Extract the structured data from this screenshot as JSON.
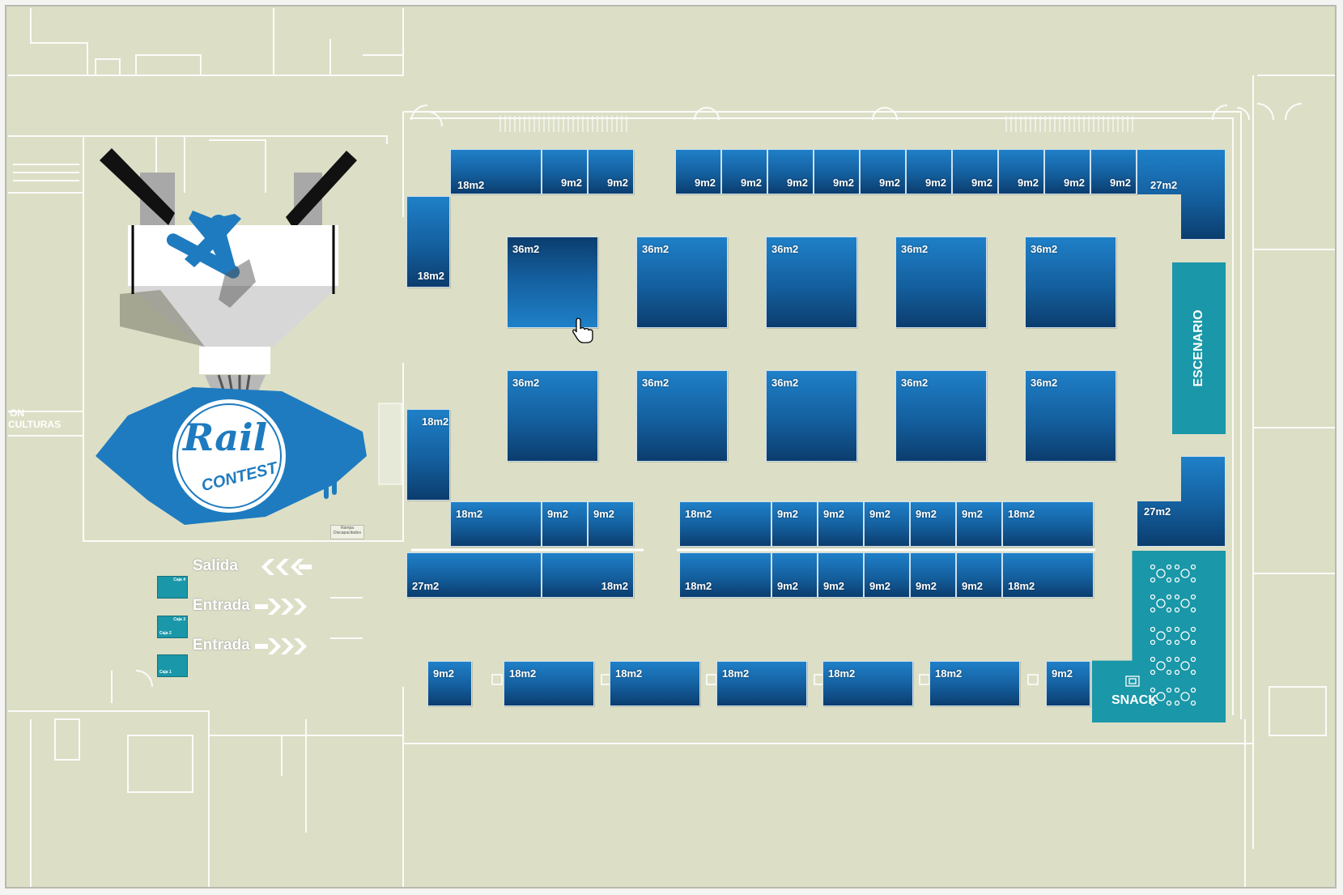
{
  "booths": [
    {
      "label": "18m2",
      "pos": "bl"
    },
    {
      "label": "9m2",
      "pos": "br"
    },
    {
      "label": "9m2",
      "pos": "br"
    },
    {
      "label": "9m2",
      "pos": "br"
    },
    {
      "label": "9m2",
      "pos": "br"
    },
    {
      "label": "9m2",
      "pos": "br"
    },
    {
      "label": "9m2",
      "pos": "br"
    },
    {
      "label": "9m2",
      "pos": "br"
    },
    {
      "label": "9m2",
      "pos": "br"
    },
    {
      "label": "9m2",
      "pos": "br"
    },
    {
      "label": "9m2",
      "pos": "br"
    },
    {
      "label": "9m2",
      "pos": "br"
    },
    {
      "label": "9m2",
      "pos": "br"
    },
    {
      "label": "27m2",
      "pos": "br"
    },
    {
      "label": "18m2",
      "pos": "br"
    },
    {
      "label": "36m2",
      "pos": "tl"
    },
    {
      "label": "36m2",
      "pos": "tl"
    },
    {
      "label": "36m2",
      "pos": "tl"
    },
    {
      "label": "36m2",
      "pos": "tl"
    },
    {
      "label": "36m2",
      "pos": "tl"
    },
    {
      "label": "36m2",
      "pos": "tl"
    },
    {
      "label": "36m2",
      "pos": "tl"
    },
    {
      "label": "36m2",
      "pos": "tl"
    },
    {
      "label": "36m2",
      "pos": "tl"
    },
    {
      "label": "36m2",
      "pos": "tl"
    },
    {
      "label": "18m2",
      "pos": "tl"
    },
    {
      "label": "18m2",
      "pos": "tl"
    },
    {
      "label": "9m2",
      "pos": "tl"
    },
    {
      "label": "9m2",
      "pos": "tl"
    },
    {
      "label": "18m2",
      "pos": "tl"
    },
    {
      "label": "9m2",
      "pos": "tl"
    },
    {
      "label": "9m2",
      "pos": "tl"
    },
    {
      "label": "9m2",
      "pos": "tl"
    },
    {
      "label": "9m2",
      "pos": "tl"
    },
    {
      "label": "9m2",
      "pos": "tl"
    },
    {
      "label": "18m2",
      "pos": "tl"
    },
    {
      "label": "27m2",
      "pos": "bl"
    },
    {
      "label": "27m2",
      "pos": "bl"
    },
    {
      "label": "18m2",
      "pos": "br"
    },
    {
      "label": "18m2",
      "pos": "bl"
    },
    {
      "label": "9m2",
      "pos": "bl"
    },
    {
      "label": "9m2",
      "pos": "bl"
    },
    {
      "label": "9m2",
      "pos": "bl"
    },
    {
      "label": "9m2",
      "pos": "bl"
    },
    {
      "label": "9m2",
      "pos": "bl"
    },
    {
      "label": "18m2",
      "pos": "bl"
    },
    {
      "label": "9m2",
      "pos": "tl"
    },
    {
      "label": "18m2",
      "pos": "tl"
    },
    {
      "label": "18m2",
      "pos": "tl"
    },
    {
      "label": "18m2",
      "pos": "tl"
    },
    {
      "label": "18m2",
      "pos": "tl"
    },
    {
      "label": "18m2",
      "pos": "tl"
    },
    {
      "label": "9m2",
      "pos": "tl"
    }
  ],
  "escenario": "ESCENARIO",
  "snack": "SNACK",
  "flow": {
    "salida": "Salida",
    "entrada1": "Entrada",
    "entrada2": "Entrada"
  },
  "cajas": {
    "c4": "Caja 4",
    "c3": "Caja 3",
    "c2": "Caja 2",
    "c1": "Caja 1"
  },
  "plan_labels": {
    "left_partial_1": "ON",
    "left_partial_2": "CULTURAS",
    "ramp_note": "Rampa Discapacitados"
  },
  "logo": {
    "line1": "Rail",
    "line2": "CONTEST"
  },
  "colors": {
    "booth": "#145f9e",
    "booth_light": "#1f80c8",
    "teal": "#1a97a8",
    "floor": "#dcdfc6",
    "line": "#ffffff"
  },
  "icons": {
    "cursor": "hand-pointer-icon",
    "arrows": "chevron-arrows-icon",
    "snowboarder": "snowboarder-icon"
  }
}
